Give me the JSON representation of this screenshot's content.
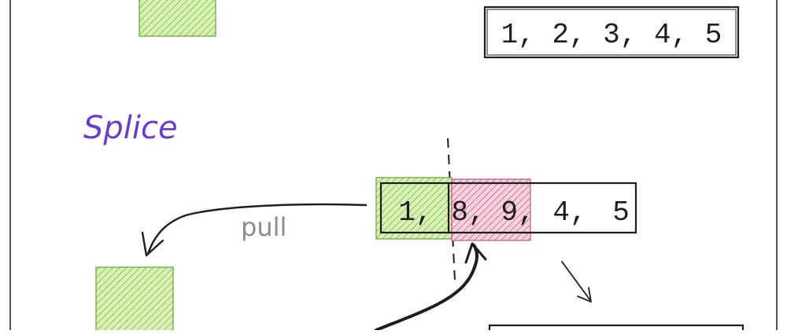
{
  "title": "Splice",
  "array_top": "1, 2, 3, 4, 5",
  "cells": {
    "c1": "1,",
    "c2": "8,",
    "c3": "9,",
    "c4": "4,",
    "c5": "5"
  },
  "pull_label": "pull",
  "colors": {
    "green_fill": "#d9f0b8",
    "green_hatch": "#7bbf3a",
    "pink_fill": "#f7d3e0",
    "pink_hatch": "#d1577f",
    "ink": "#1e1e1e",
    "title": "#6a3fc8",
    "gray_text": "#8c8c8c"
  },
  "icons": {
    "pull_arrow": "curved-arrow-left-down-icon",
    "insert_arrow": "curved-arrow-up-icon",
    "down_right_arrow": "arrow-down-right-icon",
    "split_line": "dashed-vertical-line"
  }
}
